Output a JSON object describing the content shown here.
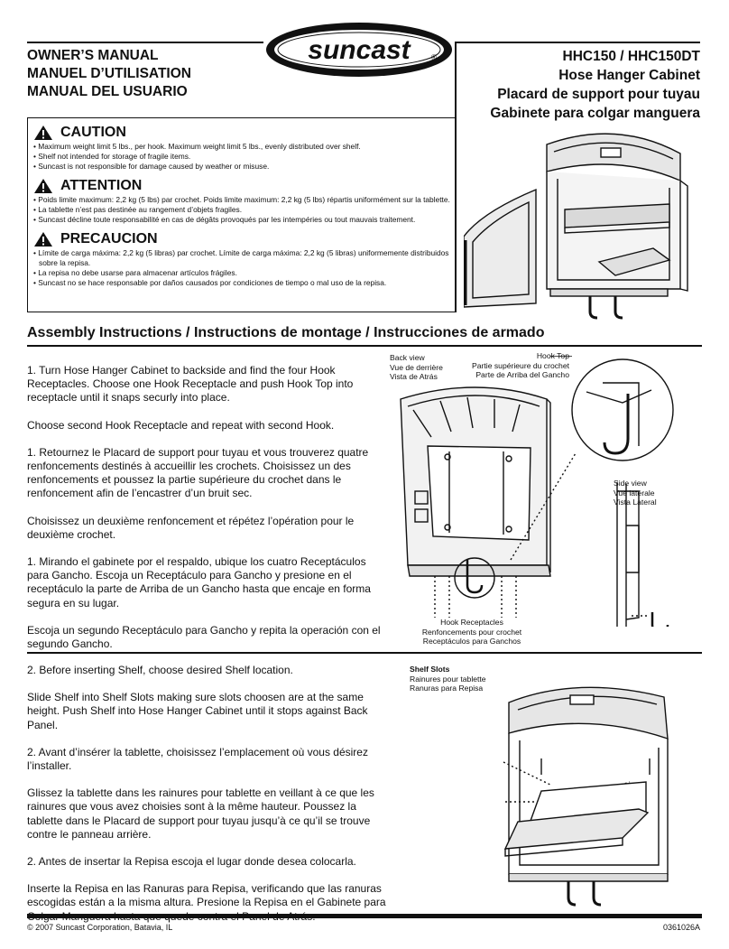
{
  "header": {
    "left_titles": [
      "OWNER’S MANUAL",
      "MANUEL D’UTILISATION",
      "MANUAL DEL USUARIO"
    ],
    "brand": "suncast",
    "right_titles": [
      "HHC150 / HHC150DT",
      "Hose Hanger Cabinet",
      "Placard de support pour tuyau",
      "Gabinete para colgar manguera"
    ]
  },
  "warnings": [
    {
      "title": "CAUTION",
      "items": [
        "Maximum weight limit 5 lbs., per hook.  Maximum weight limit 5 lbs., evenly distributed over shelf.",
        "Shelf not intended for storage of fragile items.",
        "Suncast is not responsible for damage caused by weather or misuse."
      ]
    },
    {
      "title": "ATTENTION",
      "items": [
        "Poids limite maximum: 2,2 kg (5 lbs) par crochet.  Poids limite maximum: 2,2 kg (5 lbs) répartis uniformément sur la tablette.",
        "La tablette n’est pas destinée au rangement d’objets fragiles.",
        "Suncast décline toute responsabilité en cas de dégâts provoqués par les intempéries ou tout mauvais traitement."
      ]
    },
    {
      "title": "PRECAUCION",
      "items": [
        "Límite de carga máxima: 2,2 kg (5 libras) par crochet.  Límite de carga máxima: 2,2 kg (5 libras) uniformemente distribuidos sobre la repisa.",
        "La repisa no debe usarse para almacenar artículos frágiles.",
        "Suncast no se hace responsable por daños causados por condiciones de tiempo o mal uso de la repisa."
      ]
    }
  ],
  "assembly_title": "Assembly Instructions / Instructions de montage / Instrucciones de armado",
  "step1": [
    "1. Turn Hose Hanger Cabinet to backside and find the four Hook Receptacles. Choose one Hook Receptacle and push Hook Top into receptacle until it snaps securly into place.",
    "Choose second Hook Receptacle and repeat with second Hook.",
    "1. Retournez le Placard de support pour tuyau et vous trouverez quatre renfoncements destinés à accueillir les crochets. Choisissez un des renfoncements et poussez la partie supérieure du crochet dans le renfoncement afin de l’encastrer d’un bruit sec.",
    "Choisissez un deuxième renfoncement et répétez l’opération pour le deuxième crochet.",
    "1. Mirando el gabinete por el respaldo, ubique los cuatro Receptáculos para Gancho.  Escoja un Receptáculo para Gancho y presione en el receptáculo la parte de Arriba de un Gancho hasta que encaje en forma segura en su lugar.",
    "Escoja un segundo Receptáculo para Gancho y repita la operación con el segundo Gancho."
  ],
  "step2": [
    "2. Before inserting Shelf, choose desired Shelf location.",
    "Slide Shelf into Shelf Slots making sure slots choosen are at the same height. Push Shelf into Hose Hanger Cabinet until it stops against Back Panel.",
    "2. Avant d’insérer la tablette, choisissez l’emplacement où vous désirez l’installer.",
    "Glissez la tablette dans les rainures pour tablette en veillant à ce que les rainures que vous avez choisies sont à la même hauteur.  Poussez la tablette dans le Placard de support pour tuyau jusqu’à ce qu’il se trouve contre le panneau arrière.",
    "2. Antes de insertar la Repisa escoja el lugar donde desea colocarla.",
    "Inserte la Repisa en las Ranuras para Repisa, verificando que las ranuras escogidas están a la misma altura.  Presione la Repisa en el Gabinete para Colgar Manguera hasta que quede contra el Panel de Atrás."
  ],
  "captions": {
    "back_view": [
      "Back view",
      "Vue de derrière",
      "Vista de Atrás"
    ],
    "hook_top": [
      "Hook Top",
      "Partie supérieure du crochet",
      "Parte de Arriba del Gancho"
    ],
    "side_view": [
      "Side view",
      "Vue latérale",
      "Vista Lateral"
    ],
    "hook_receptacles": [
      "Hook Receptacles",
      "Renfoncements pour crochet",
      "Receptáculos para Ganchos"
    ],
    "shelf_slots": [
      "Shelf Slots",
      "Rainures pour tablette",
      "Ranuras para Repisa"
    ]
  },
  "footer": {
    "copyright": "© 2007 Suncast Corporation, Batavia, IL",
    "code": "0361026A"
  }
}
